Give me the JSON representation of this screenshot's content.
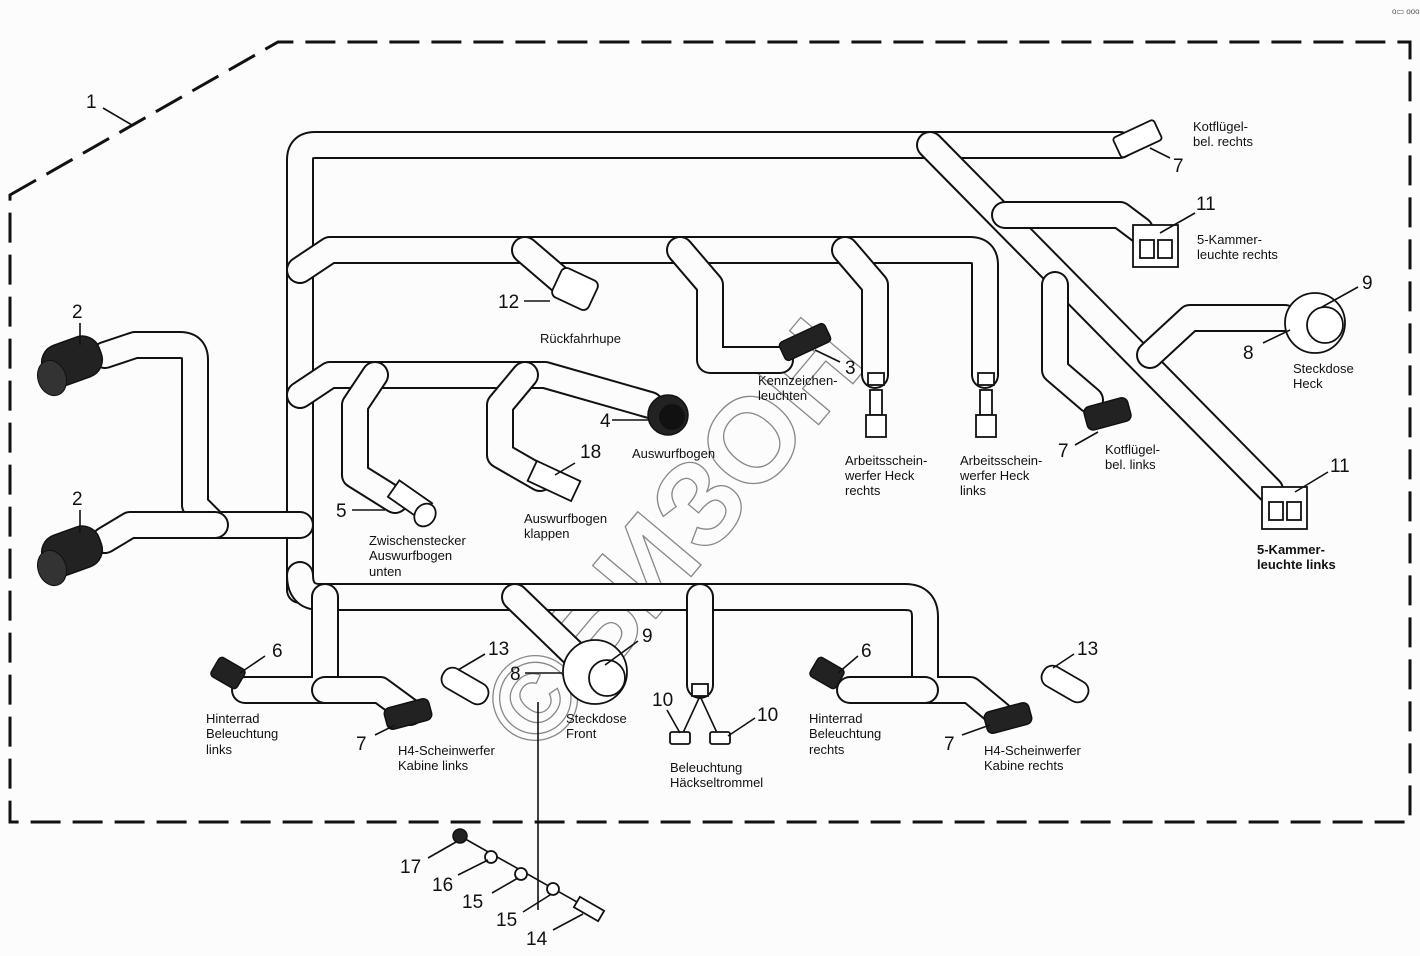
{
  "diagram": {
    "title": "Kabelbaum Heck / Front",
    "watermark": "©БИЗОН",
    "corner_mark": "o▭ ooo",
    "callouts": [
      {
        "id": "c1",
        "number": "1"
      },
      {
        "id": "c2a",
        "number": "2"
      },
      {
        "id": "c2b",
        "number": "2"
      },
      {
        "id": "c3",
        "number": "3"
      },
      {
        "id": "c4",
        "number": "4"
      },
      {
        "id": "c5",
        "number": "5"
      },
      {
        "id": "c6a",
        "number": "6"
      },
      {
        "id": "c6b",
        "number": "6"
      },
      {
        "id": "c7a",
        "number": "7"
      },
      {
        "id": "c7b",
        "number": "7"
      },
      {
        "id": "c7c",
        "number": "7"
      },
      {
        "id": "c7d",
        "number": "7"
      },
      {
        "id": "c8a",
        "number": "8"
      },
      {
        "id": "c8b",
        "number": "8"
      },
      {
        "id": "c9a",
        "number": "9"
      },
      {
        "id": "c9b",
        "number": "9"
      },
      {
        "id": "c10a",
        "number": "10"
      },
      {
        "id": "c10b",
        "number": "10"
      },
      {
        "id": "c11a",
        "number": "11"
      },
      {
        "id": "c11b",
        "number": "11"
      },
      {
        "id": "c12",
        "number": "12"
      },
      {
        "id": "c13a",
        "number": "13"
      },
      {
        "id": "c13b",
        "number": "13"
      },
      {
        "id": "c14",
        "number": "14"
      },
      {
        "id": "c15a",
        "number": "15"
      },
      {
        "id": "c15b",
        "number": "15"
      },
      {
        "id": "c16",
        "number": "16"
      },
      {
        "id": "c17",
        "number": "17"
      },
      {
        "id": "c18",
        "number": "18"
      }
    ],
    "labels": {
      "kotfluegel_rechts": [
        "Kotflügel-",
        "bel. rechts"
      ],
      "kammer_rechts": [
        "5-Kammer-",
        "leuchte rechts"
      ],
      "steckdose_heck": [
        "Steckdose",
        "Heck"
      ],
      "kammer_links": [
        "5-Kammer-",
        "leuchte links"
      ],
      "kotfluegel_links": [
        "Kotflügel-",
        "bel. links"
      ],
      "arbeits_links": [
        "Arbeitsschein-",
        "werfer Heck",
        "links"
      ],
      "arbeits_rechts": [
        "Arbeitsschein-",
        "werfer Heck",
        "rechts"
      ],
      "kennzeichen": [
        "Kennzeichen-",
        "leuchten"
      ],
      "rueckfahrhupe": [
        "Rückfahrhupe"
      ],
      "auswurfbogen": [
        "Auswurfbogen"
      ],
      "auswurfbogen_klappen": [
        "Auswurfbogen",
        "klappen"
      ],
      "zwischenstecker": [
        "Zwischenstecker",
        "Auswurfbogen",
        "unten"
      ],
      "hinterrad_links": [
        "Hinterrad",
        "Beleuchtung",
        "links"
      ],
      "h4_links": [
        "H4-Scheinwerfer",
        "Kabine links"
      ],
      "steckdose_front": [
        "Steckdose",
        "Front"
      ],
      "haeckseltrommel": [
        "Beleuchtung",
        "Häckseltrommel"
      ],
      "hinterrad_rechts": [
        "Hinterrad",
        "Beleuchtung",
        "rechts"
      ],
      "h4_rechts": [
        "H4-Scheinwerfer",
        "Kabine rechts"
      ]
    }
  }
}
